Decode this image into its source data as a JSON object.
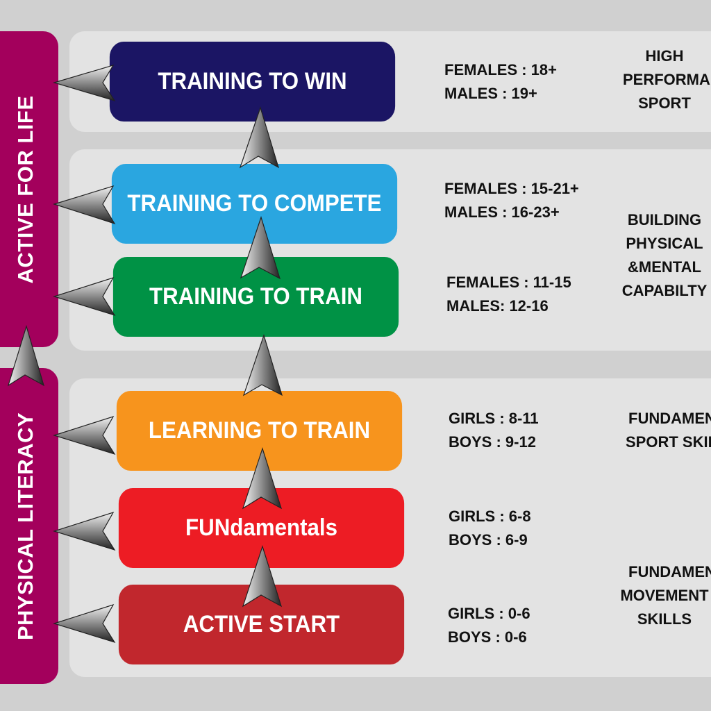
{
  "sidebar": {
    "upper": "ACTIVE FOR LIFE",
    "lower": "PHYSICAL LITERACY"
  },
  "stages": [
    {
      "label": "TRAINING TO WIN",
      "color": "#1b1564",
      "ages": [
        "FEMALES : 18+",
        "MALES : 19+"
      ]
    },
    {
      "label": "TRAINING TO COMPETE",
      "color": "#2aa6e0",
      "ages": [
        "FEMALES : 15-21+",
        "MALES : 16-23+"
      ]
    },
    {
      "label": "TRAINING TO TRAIN",
      "color": "#009245",
      "ages": [
        "FEMALES : 11-15",
        "MALES: 12-16"
      ]
    },
    {
      "label": "LEARNING TO TRAIN",
      "color": "#f7941d",
      "ages": [
        "GIRLS : 8-11",
        "BOYS : 9-12"
      ]
    },
    {
      "label": "FUNdamentals",
      "color": "#ed1c24",
      "ages": [
        "GIRLS : 6-8",
        "BOYS : 6-9"
      ]
    },
    {
      "label": "ACTIVE START",
      "color": "#c1272d",
      "ages": [
        "GIRLS : 0-6",
        "BOYS : 0-6"
      ]
    }
  ],
  "categories": [
    {
      "lines": [
        "HIGH",
        "PERFORMANCE",
        "SPORT"
      ]
    },
    {
      "lines": [
        "BUILDING",
        "PHYSICAL",
        "&MENTAL",
        "CAPABILTY"
      ]
    },
    {
      "lines": [
        "FUNDAMENTAL",
        "SPORT SKILLS"
      ]
    },
    {
      "lines": [
        "FUNDAMENTAL",
        "MOVEMENT",
        "SKILLS"
      ]
    }
  ]
}
